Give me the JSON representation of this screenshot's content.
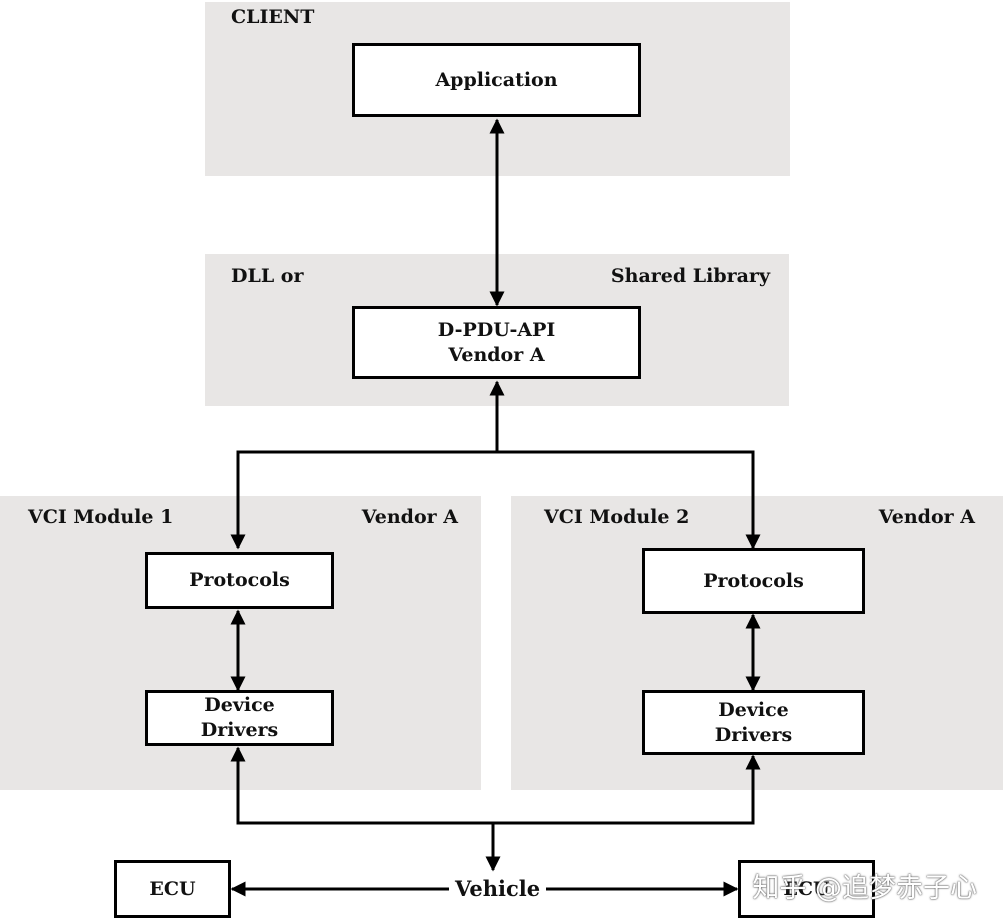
{
  "client": {
    "title": "CLIENT",
    "application": "Application"
  },
  "library": {
    "label_left": "DLL or",
    "label_right": "Shared Library",
    "api_line1": "D-PDU-API",
    "api_line2": "Vendor A"
  },
  "vci1": {
    "title": "VCI Module 1",
    "vendor": "Vendor A",
    "protocols": "Protocols",
    "drivers_line1": "Device",
    "drivers_line2": "Drivers"
  },
  "vci2": {
    "title": "VCI Module 2",
    "vendor": "Vendor A",
    "protocols": "Protocols",
    "drivers_line1": "Device",
    "drivers_line2": "Drivers"
  },
  "bottom": {
    "ecu_left": "ECU",
    "ecu_right": "ECU",
    "vehicle": "Vehicle"
  },
  "watermark": "知乎 @追梦赤子心",
  "colors": {
    "panel": "#e8e6e5",
    "line": "#000000"
  }
}
